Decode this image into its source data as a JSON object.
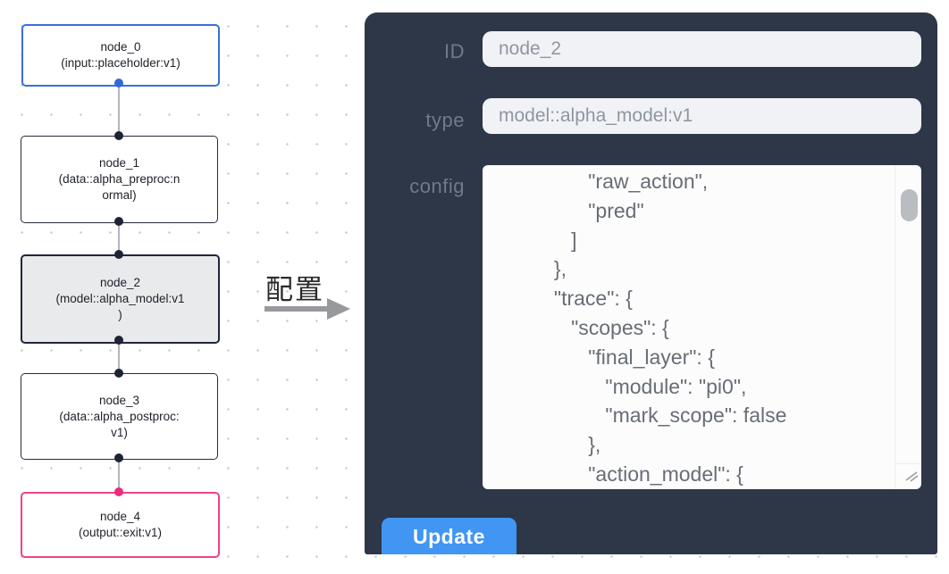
{
  "flow": {
    "nodes": [
      {
        "id": "node_0",
        "title": "node_0",
        "sub1": "(input::placeholder:v1)",
        "sub2": "",
        "border_color": "#3a6fd8"
      },
      {
        "id": "node_1",
        "title": "node_1",
        "sub1": "(data::alpha_preproc:n",
        "sub2": "ormal)",
        "border_color": "#252b3b"
      },
      {
        "id": "node_2",
        "title": "node_2",
        "sub1": "(model::alpha_model:v1",
        "sub2": ")",
        "border_color": "#20263a",
        "selected": true,
        "bg": "#e9eaec"
      },
      {
        "id": "node_3",
        "title": "node_3",
        "sub1": "(data::alpha_postproc:",
        "sub2": "v1)",
        "border_color": "#252b3b"
      },
      {
        "id": "node_4",
        "title": "node_4",
        "sub1": "(output::exit:v1)",
        "sub2": "",
        "border_color": "#ed4289"
      }
    ],
    "port_colors": {
      "input_node": "#2f6bd8",
      "default": "#1e2433",
      "output_node": "#ee2a7b"
    },
    "edge_color": "#b2b5ba",
    "dot_grid_color": "#c5c8ce"
  },
  "annotation": {
    "label": "配置",
    "arrow_color": "#97999d"
  },
  "panel": {
    "bg_color": "#2d3748",
    "fields": [
      {
        "label": "ID",
        "value": "node_2"
      },
      {
        "label": "type",
        "value": "model::alpha_model:v1"
      },
      {
        "label": "config"
      }
    ],
    "config_text": "                \"raw_action\",\n                \"pred\"\n             ]\n          },\n          \"trace\": {\n             \"scopes\": {\n                \"final_layer\": {\n                   \"module\": \"pi0\",\n                   \"mark_scope\": false\n                },\n                \"action_model\": {",
    "update_label": "Update",
    "accent_color": "#4196f3"
  }
}
